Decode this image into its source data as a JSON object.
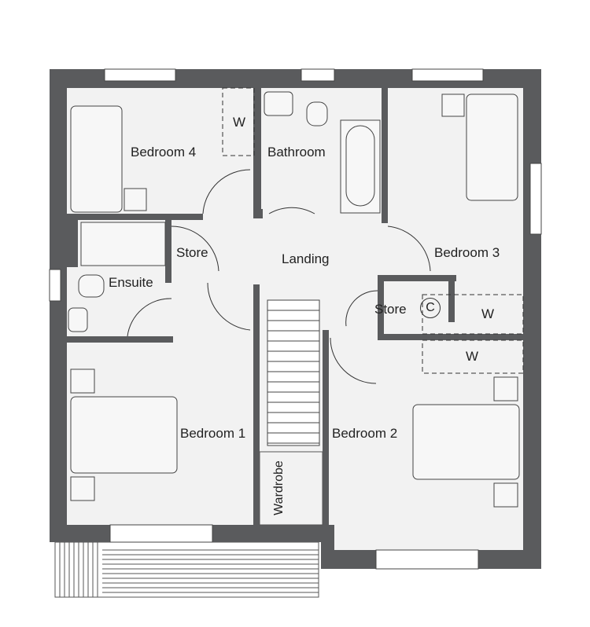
{
  "rooms": {
    "bedroom4": "Bedroom 4",
    "bathroom": "Bathroom",
    "bedroom3": "Bedroom 3",
    "store1": "Store",
    "landing": "Landing",
    "ensuite": "Ensuite",
    "store2": "Store",
    "cylinder": "C",
    "bedroom1": "Bedroom 1",
    "bedroom2": "Bedroom 2",
    "wardrobe": "Wardrobe",
    "w1": "W",
    "w2": "W",
    "w3": "W"
  },
  "colors": {
    "wall": "#5a5b5d",
    "floor": "#f2f2f2",
    "line": "#333333"
  }
}
